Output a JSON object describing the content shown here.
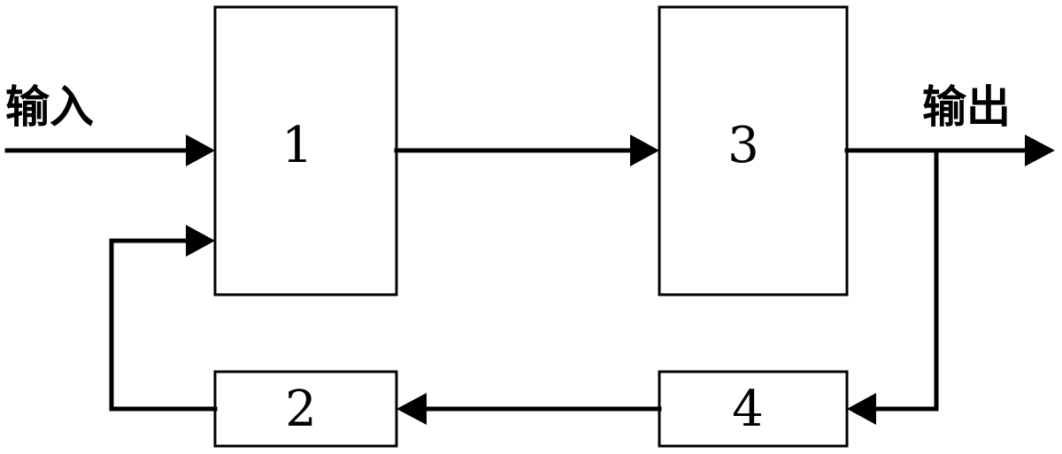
{
  "labels": {
    "input": "输入",
    "output": "输出"
  },
  "blocks": {
    "b1": "1",
    "b2": "2",
    "b3": "3",
    "b4": "4"
  }
}
